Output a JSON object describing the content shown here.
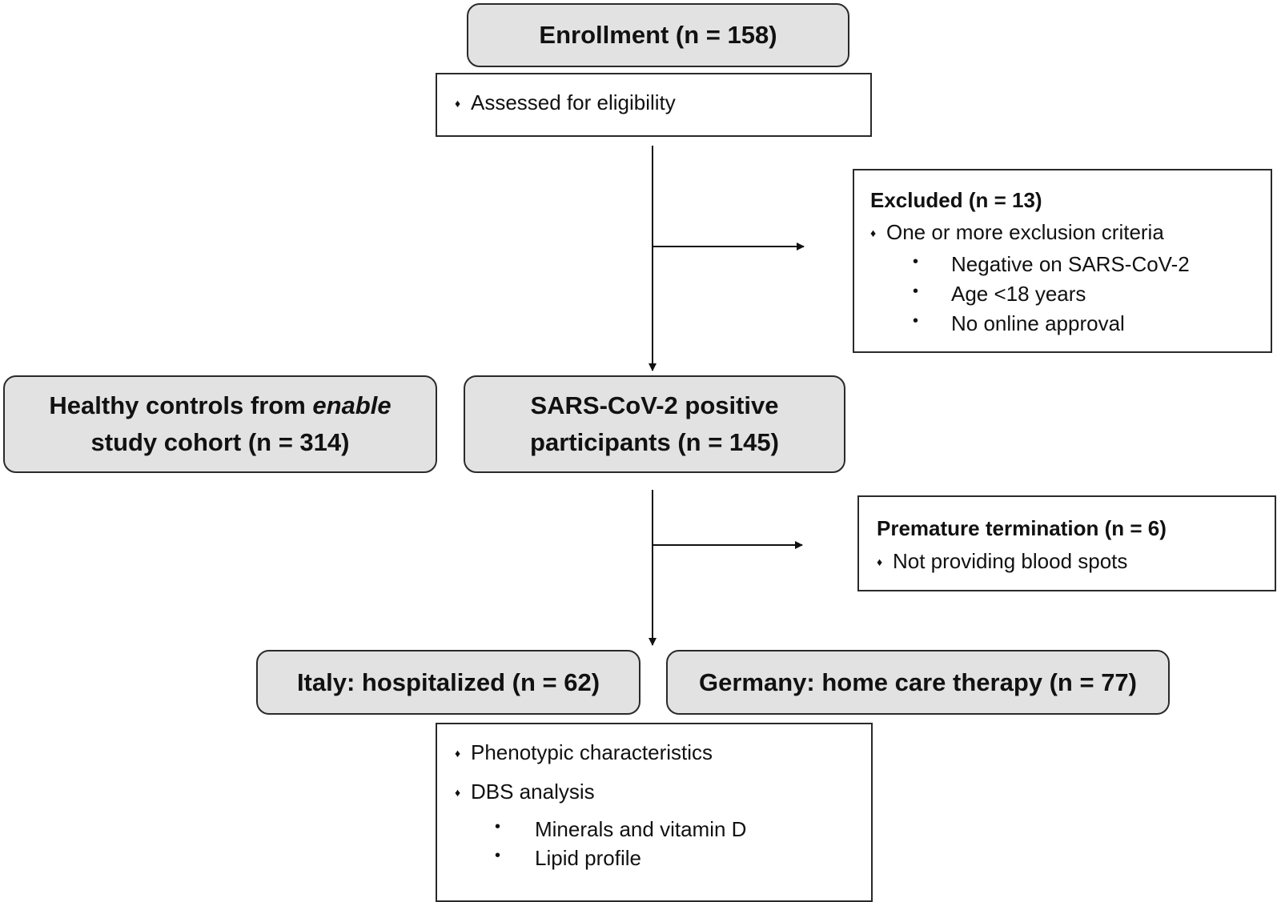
{
  "enrollment": {
    "title": "Enrollment (n = 158)",
    "items": [
      "Assessed for eligibility"
    ]
  },
  "excluded": {
    "title": "Excluded (n = 13)",
    "item": "One or more exclusion criteria",
    "subitems": [
      "Negative on SARS-CoV-2",
      "Age <18 years",
      "No online approval"
    ]
  },
  "healthy_controls": {
    "line1_prefix": "Healthy controls from ",
    "line1_italic": "enable",
    "line2": "study cohort (n = 314)"
  },
  "positive": {
    "line1": "SARS-CoV-2 positive",
    "line2": "participants (n = 145)"
  },
  "premature": {
    "title": "Premature termination (n = 6)",
    "item": "Not providing blood spots"
  },
  "italy": {
    "label": "Italy: hospitalized (n = 62)"
  },
  "germany": {
    "label": "Germany: home care therapy (n = 77)"
  },
  "analysis": {
    "items": [
      "Phenotypic characteristics",
      "DBS analysis"
    ],
    "subitems": [
      "Minerals and vitamin D",
      "Lipid profile"
    ]
  },
  "glyphs": {
    "diamond": "♦",
    "bullet": "•"
  },
  "colors": {
    "box_fill": "#e2e2e2",
    "border": "#2a2a2a",
    "text": "#111111"
  }
}
